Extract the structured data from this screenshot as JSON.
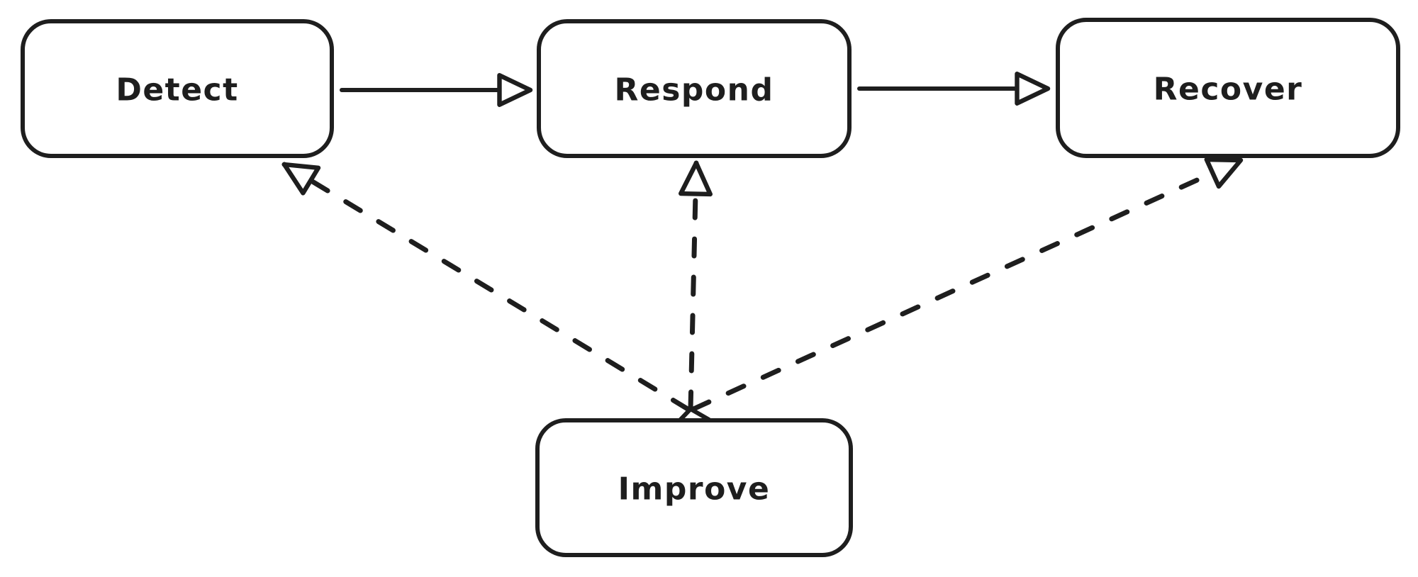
{
  "diagram": {
    "type": "flowchart",
    "style": "hand-drawn",
    "background_color": "#ffffff",
    "stroke_color": "#1e1e1e",
    "node_fill_color": "#ffffff",
    "nodes": [
      {
        "id": "detect",
        "label": "Detect"
      },
      {
        "id": "respond",
        "label": "Respond"
      },
      {
        "id": "recover",
        "label": "Recover"
      },
      {
        "id": "improve",
        "label": "Improve"
      }
    ],
    "edges": [
      {
        "from": "Detect",
        "to": "Respond",
        "style": "solid",
        "arrowhead": "open-triangle"
      },
      {
        "from": "Respond",
        "to": "Recover",
        "style": "solid",
        "arrowhead": "open-triangle"
      },
      {
        "from": "Improve",
        "to": "Detect",
        "style": "dashed",
        "arrowhead": "open-triangle"
      },
      {
        "from": "Improve",
        "to": "Respond",
        "style": "dashed",
        "arrowhead": "open-triangle"
      },
      {
        "from": "Improve",
        "to": "Recover",
        "style": "dashed",
        "arrowhead": "open-triangle"
      }
    ]
  }
}
